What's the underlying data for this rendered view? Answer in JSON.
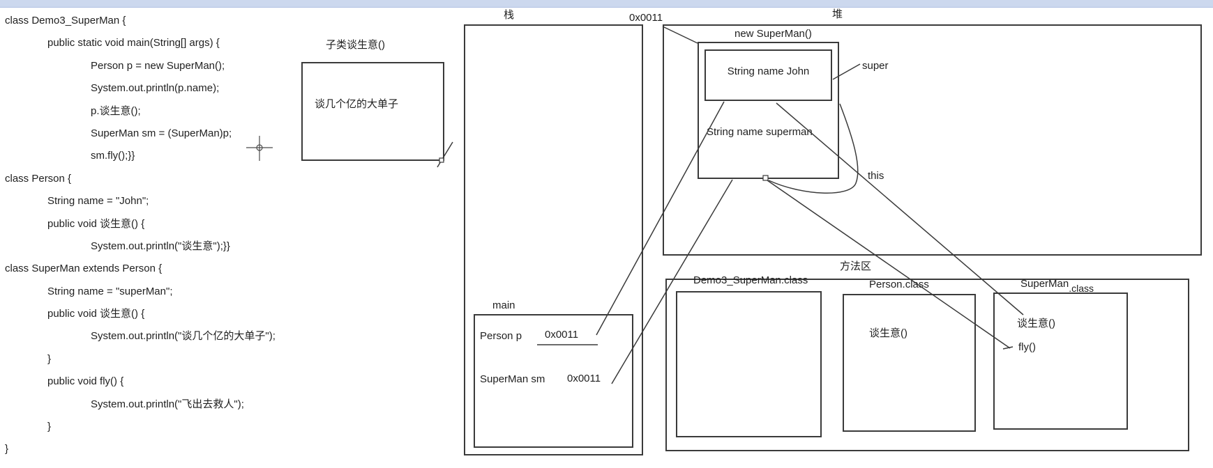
{
  "window": {
    "topbar_color": "#ccd8ee",
    "background": "#ffffff",
    "line_color": "#3a3a3a",
    "text_color": "#1f1f1f"
  },
  "code": {
    "lines": [
      {
        "text": "class Demo3_SuperMan {"
      },
      {
        "text": "public static void main(String[] args) {"
      },
      {
        "text": "Person p = new SuperMan();"
      },
      {
        "text": "System.out.println(p.name);"
      },
      {
        "text": "p.谈生意();"
      },
      {
        "text": "SuperMan sm = (SuperMan)p;"
      },
      {
        "text": "sm.fly();}}"
      },
      {
        "text": "class Person {"
      },
      {
        "text": "String name = \"John\";"
      },
      {
        "text": "public void 谈生意() {"
      },
      {
        "text": "System.out.println(\"谈生意\");}}"
      },
      {
        "text": "class SuperMan extends Person {"
      },
      {
        "text": "String name = \"superMan\";"
      },
      {
        "text": "public void 谈生意() {"
      },
      {
        "text": "System.out.println(\"谈几个亿的大单子\");"
      },
      {
        "text": "}"
      },
      {
        "text": "public void fly() {"
      },
      {
        "text": "System.out.println(\"飞出去救人\");"
      },
      {
        "text": "}"
      },
      {
        "text": "}"
      }
    ]
  },
  "annotation": {
    "title": "子类谈生意()",
    "content": "谈几个亿的大单子"
  },
  "stack": {
    "label": "栈",
    "frame_label": "main",
    "vars": [
      {
        "name": "Person p",
        "value": "0x0011"
      },
      {
        "name": "SuperMan sm",
        "value": "0x0011"
      }
    ]
  },
  "heap": {
    "label": "堆",
    "address_label": "0x0011",
    "object_label": "new SuperMan()",
    "super_field": "String name John",
    "sub_field": "String name superman",
    "super_pointer_label": "super",
    "this_pointer_label": "this"
  },
  "method_area": {
    "label": "方法区",
    "classes": [
      {
        "name": "Demo3_SuperMan.class"
      },
      {
        "name": "Person.class",
        "methods": [
          "谈生意()"
        ]
      },
      {
        "name_main": "SuperMan",
        "name_sub": ".class",
        "methods": [
          "谈生意()",
          "fly()"
        ]
      }
    ]
  }
}
